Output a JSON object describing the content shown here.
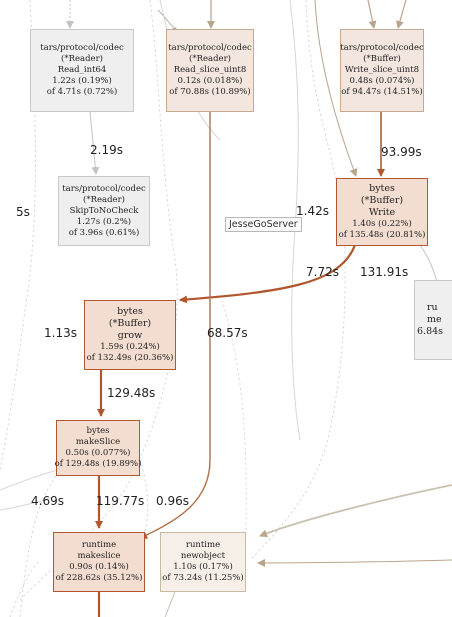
{
  "nodes": {
    "read_int64": {
      "l1": "tars/protocol/codec",
      "l2": "(*Reader)",
      "l3": "Read_int64",
      "l4": "1.22s (0.19%)",
      "l5": "of 4.71s (0.72%)"
    },
    "read_slice_uint8": {
      "l1": "tars/protocol/codec",
      "l2": "(*Reader)",
      "l3": "Read_slice_uint8",
      "l4": "0.12s (0.018%)",
      "l5": "of 70.88s (10.89%)"
    },
    "write_slice_uint8": {
      "l1": "tars/protocol/codec",
      "l2": "(*Buffer)",
      "l3": "Write_slice_uint8",
      "l4": "0.48s (0.074%)",
      "l5": "of 94.47s (14.51%)"
    },
    "skip_to_no_check": {
      "l1": "tars/protocol/codec",
      "l2": "(*Reader)",
      "l3": "SkipToNoCheck",
      "l4": "1.27s (0.2%)",
      "l5": "of 3.96s (0.61%)"
    },
    "buffer_write": {
      "l1": "bytes",
      "l2": "(*Buffer)",
      "l3": "Write",
      "l4": "1.40s (0.22%)",
      "l5": "of 135.48s (20.81%)"
    },
    "buffer_grow": {
      "l1": "bytes",
      "l2": "(*Buffer)",
      "l3": "grow",
      "l4": "1.59s (0.24%)",
      "l5": "of 132.49s (20.36%)"
    },
    "make_slice": {
      "l1": "bytes",
      "l2": "makeSlice",
      "l3": "0.50s (0.077%)",
      "l4": "of 129.48s (19.89%)"
    },
    "runtime_makeslice": {
      "l1": "runtime",
      "l2": "makeslice",
      "l3": "0.90s (0.14%)",
      "l4": "of 228.62s (35.12%)"
    },
    "runtime_newobject": {
      "l1": "runtime",
      "l2": "newobject",
      "l3": "1.10s (0.17%)",
      "l4": "of 73.24s (11.25%)"
    },
    "runtime_partial": {
      "l1": "ru",
      "l2": "me",
      "l3": "6.84s"
    }
  },
  "edge_labels": {
    "e_219": "2.19s",
    "e_5s": "5s",
    "e_142": "1.42s",
    "e_9399": "93.99s",
    "e_772": "7.72s",
    "e_13191": "131.91s",
    "e_113": "1.13s",
    "e_6857": "68.57s",
    "e_12948": "129.48s",
    "e_469": "4.69s",
    "e_11977": "119.77s",
    "e_096": "0.96s"
  },
  "tooltip": "JesseGoServer",
  "colors": {
    "hot_edge": "#b2562e",
    "warm_edge": "#b9a48c",
    "light_edge": "#c8c8c8"
  }
}
